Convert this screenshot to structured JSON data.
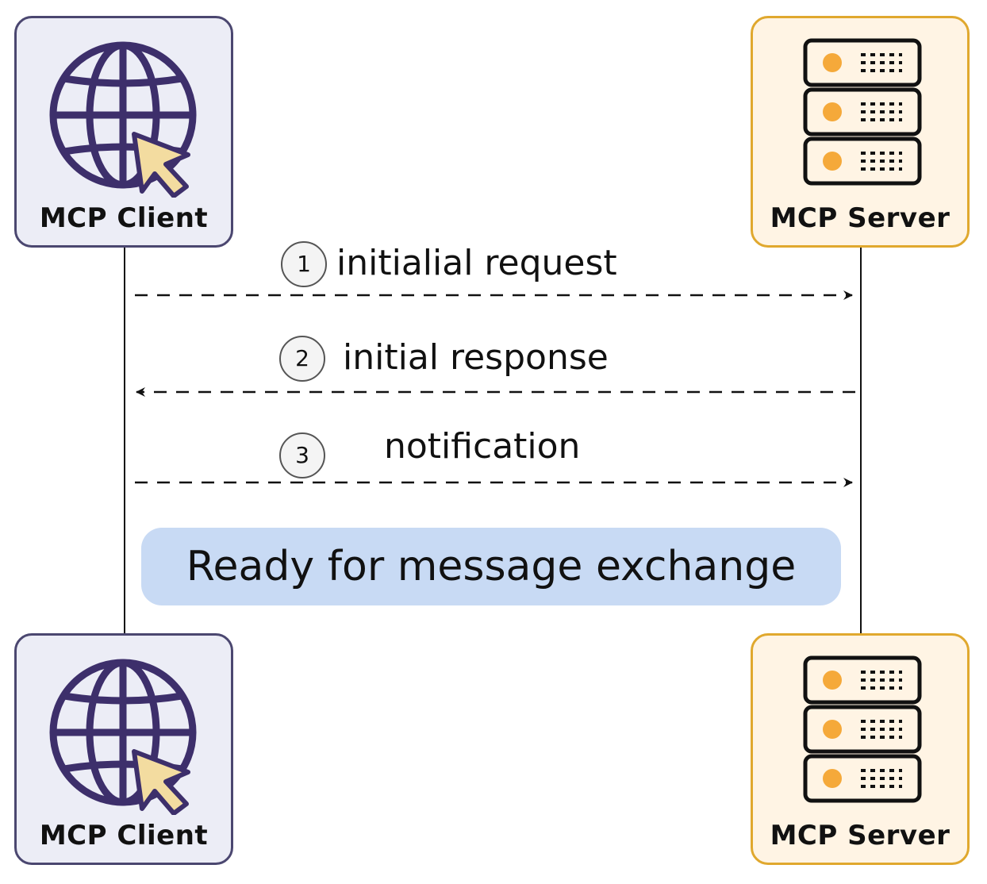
{
  "participants": {
    "client_label": "MCP Client",
    "server_label": "MCP Server"
  },
  "messages": [
    {
      "step": "1",
      "label": "initialial request",
      "direction": "client-to-server"
    },
    {
      "step": "2",
      "label": "initial response",
      "direction": "server-to-client"
    },
    {
      "step": "3",
      "label": "notification",
      "direction": "client-to-server"
    }
  ],
  "banner": {
    "text": "Ready for message exchange"
  },
  "icons": {
    "client": "globe-with-cursor-icon",
    "server": "server-rack-icon"
  },
  "colors": {
    "client_fill": "#ecedf6",
    "client_border": "#4b4770",
    "server_fill": "#fff4e4",
    "server_border": "#e0a82e",
    "globe": "#3d2f6b",
    "cursor": "#f3dca0",
    "server_led": "#f5a93a",
    "banner": "#c8daf4"
  }
}
